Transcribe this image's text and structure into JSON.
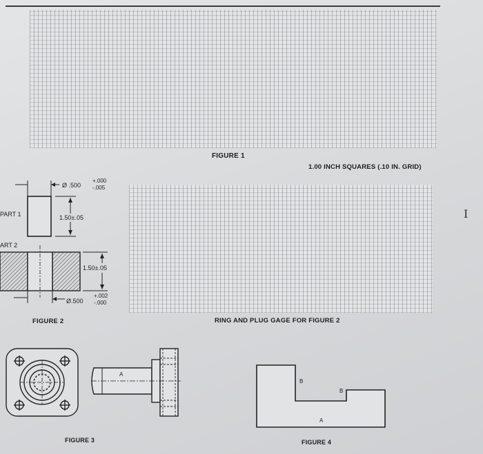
{
  "figure1": {
    "caption": "FIGURE 1",
    "grid_note": "1.00 INCH SQUARES (.10 IN. GRID)"
  },
  "figure2": {
    "caption": "FIGURE 2",
    "part1_label": "PART 1",
    "part2_label": "ART 2",
    "part1_diameter": "Ø .500",
    "part1_tol_upper": "+.000",
    "part1_tol_lower": "-.005",
    "part1_length": "1.50±.05",
    "part2_length": "1.50±.05",
    "part2_diameter": "Ø.500",
    "part2_tol_upper": "+.002",
    "part2_tol_lower": "-.000",
    "gage_caption": "RING AND PLUG GAGE FOR FIGURE 2"
  },
  "figure3": {
    "caption": "FIGURE 3",
    "label_a": "A"
  },
  "figure4": {
    "caption": "FIGURE 4",
    "label_b1": "B",
    "label_b2": "B",
    "label_a": "A"
  },
  "colors": {
    "ink": "#1d1d1f",
    "paper": "#e3e4e6",
    "grid": "#5a5a5f"
  },
  "icons": {
    "cursor": "text-cursor-icon"
  }
}
